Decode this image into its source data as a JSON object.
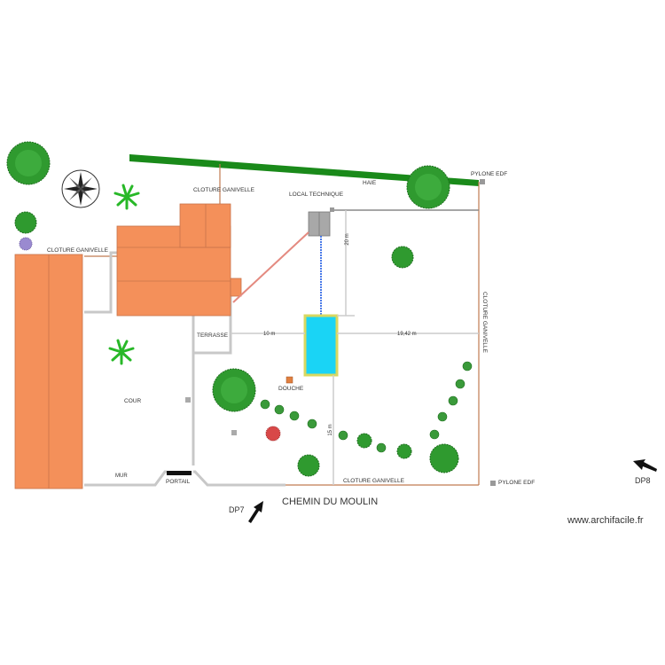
{
  "labels": {
    "cloture_top": "CLOTURE GANIVELLE",
    "cloture_left": "CLOTURE GANIVELLE",
    "cloture_right": "CLOTURE GANIVELLE",
    "cloture_bottom": "CLOTURE GANIVELLE",
    "local_technique": "LOCAL TECHNIQUE",
    "haie": "HAIE",
    "pylone_top": "PYLONE EDF",
    "pylone_bottom": "PYLONE EDF",
    "terrasse": "TERRASSE",
    "cour": "COUR",
    "douche": "DOUCHE",
    "mur": "MUR",
    "portail": "PORTAIL",
    "chemin": "CHEMIN DU MOULIN",
    "dp7": "DP7",
    "dp8": "DP8",
    "watermark": "www.archifacile.fr"
  },
  "dimensions": {
    "d10": "10 m",
    "d19": "19,42 m",
    "d20": "20 m",
    "d15": "15 m"
  },
  "colors": {
    "building": "#f4905a",
    "building_edge": "#c8744a",
    "pool": "#1ad4f5",
    "pool_border": "#d8d860",
    "hedge": "#1a8a1a",
    "fence": "#c07a50",
    "wall": "#c8c8c8",
    "tree": "#2f9a2f"
  }
}
